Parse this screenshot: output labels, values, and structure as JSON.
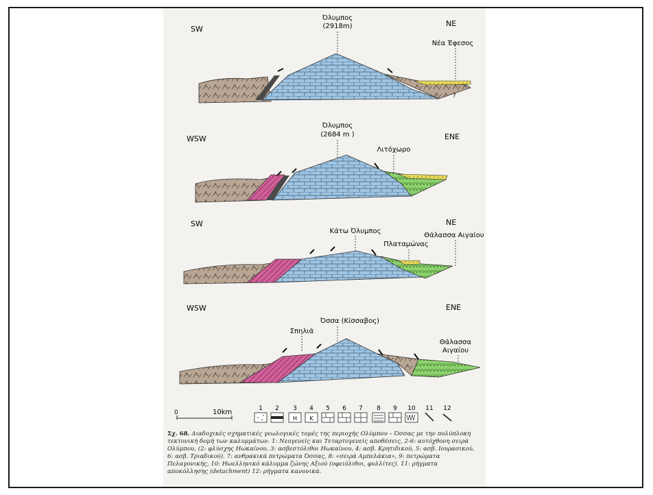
{
  "sections": [
    {
      "left_dir": "SW",
      "right_dir": "NE",
      "labels": [
        "Όλυμπος",
        "(2918m)",
        "Νέα Έφεσος"
      ]
    },
    {
      "left_dir": "WSW",
      "right_dir": "ENE",
      "labels": [
        "Όλυμπος",
        "(2684 m )",
        "Λιτόχωρο"
      ]
    },
    {
      "left_dir": "SW",
      "right_dir": "NE",
      "labels": [
        "Κάτω Όλυμπος",
        "Θάλασσα Αιγαίου",
        "Πλαταμώνας"
      ]
    },
    {
      "left_dir": "WSW",
      "right_dir": "ENE",
      "labels": [
        "Όσσα (Κίσσαβος)",
        "Σπηλιά",
        "Θάλασσα",
        "Αιγαίου"
      ]
    }
  ],
  "question_mark": "?",
  "scale": {
    "zero": "0",
    "label": "10km"
  },
  "legend_numbers": [
    "1",
    "2",
    "3",
    "4",
    "5",
    "6",
    "7",
    "8",
    "9",
    "10",
    "11",
    "12"
  ],
  "caption": {
    "fig": "Σχ. 68.",
    "text": "Διαδοχικές σχηματικές γεωλογικές τομές της περιοχής Ολύμπου – Όσσας με την πολύπλοκη τεκτονική δομή των καλυμμάτων. 1: Νεογενείς και Τεταρτογενείς αποθέσεις, 2-6: αυτόχθονη σειρά Ολύμπου, (2: φλύσχης Ηωκαίνου, 3: ασβεστόλιθοι Ηωκαίνου, 4: ασβ. Κρητιδικού, 5: ασβ. Ιουρασικού, 6: ασβ. Τριαδικού). 7: ανθρακικά πετρώματα Όσσας, 8: «σειρά Αμπελάκια», 9: πετρώματα Πελαγονικής, 10: Ηωελληνικό κάλυμμα ζώνης Αξιού (οφειόλιθοι, φυλλίτες). 11: ρήγματα αποκόλλησης (detachment) 12: ρήγματα κανονικά."
  },
  "colors": {
    "brown": "#b8a593",
    "blue": "#9fc5e3",
    "pink": "#d0609a",
    "green": "#8ed26e",
    "yellow": "#e6d85a",
    "dark": "#4a4a4a"
  }
}
